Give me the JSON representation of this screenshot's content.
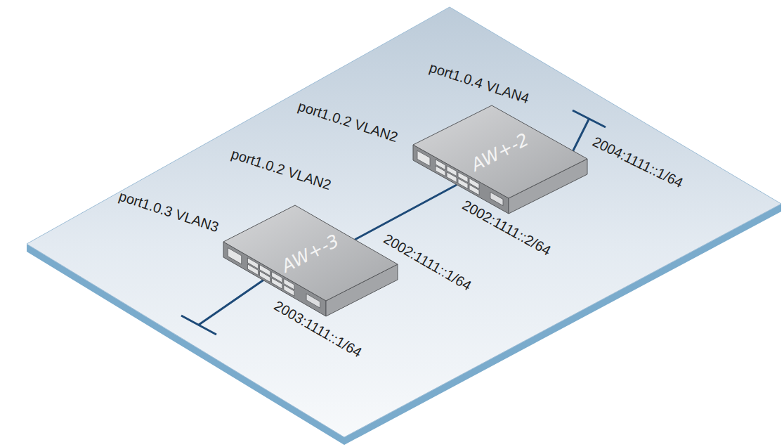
{
  "diagram": {
    "nodes": [
      {
        "text": [
          "AW+-2"
        ]
      },
      {
        "text": [
          "AW+-3"
        ]
      }
    ],
    "edges": [
      {
        "from": 0,
        "to": 1,
        "arrow": "none"
      }
    ],
    "labels": [
      "port1.0.4 VLAN4",
      "2004:1111::1/64",
      "port1.0.2 VLAN2",
      "2002:1111::2/64",
      "port1.0.2 VLAN2",
      "2002:1111::1/64",
      "port1.0.3 VLAN3",
      "2003:1111::1/64"
    ]
  }
}
